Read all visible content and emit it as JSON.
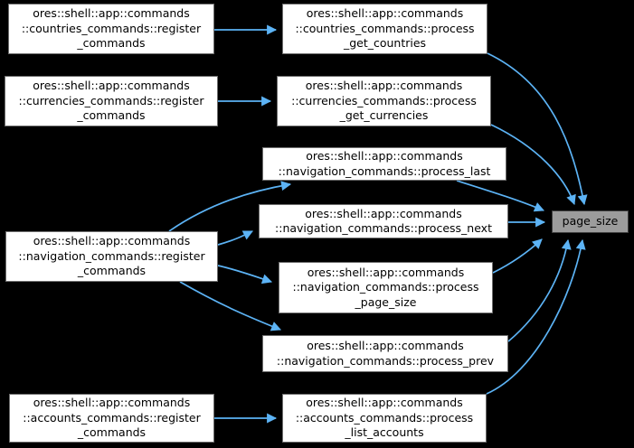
{
  "diagram": {
    "type": "call-graph",
    "background_color": "#000000",
    "edge_color": "#5cb3f5",
    "node_fill": "#ffffff",
    "node_border_color": "#6e6e6e",
    "node_text_color": "#000000",
    "highlighted_node_fill": "#9c9c9c",
    "highlighted_node_border_color": "#3f3f3f",
    "nodes": {
      "countries_register": {
        "label": "ores::shell::app::commands\n::countries_commands::register\n_commands"
      },
      "countries_process": {
        "label": "ores::shell::app::commands\n::countries_commands::process\n_get_countries"
      },
      "currencies_register": {
        "label": "ores::shell::app::commands\n::currencies_commands::register\n_commands"
      },
      "currencies_process": {
        "label": "ores::shell::app::commands\n::currencies_commands::process\n_get_currencies"
      },
      "process_last": {
        "label": "ores::shell::app::commands\n::navigation_commands::process_last"
      },
      "process_next": {
        "label": "ores::shell::app::commands\n::navigation_commands::process_next"
      },
      "nav_register": {
        "label": "ores::shell::app::commands\n::navigation_commands::register\n_commands"
      },
      "process_page_size": {
        "label": "ores::shell::app::commands\n::navigation_commands::process\n_page_size"
      },
      "process_prev": {
        "label": "ores::shell::app::commands\n::navigation_commands::process_prev"
      },
      "accounts_register": {
        "label": "ores::shell::app::commands\n::accounts_commands::register\n_commands"
      },
      "accounts_process": {
        "label": "ores::shell::app::commands\n::accounts_commands::process\n_list_accounts"
      },
      "page_size": {
        "label": "page_size",
        "highlighted": true
      }
    },
    "edges": [
      {
        "from": "countries_register",
        "to": "countries_process"
      },
      {
        "from": "currencies_register",
        "to": "currencies_process"
      },
      {
        "from": "nav_register",
        "to": "process_last"
      },
      {
        "from": "nav_register",
        "to": "process_next"
      },
      {
        "from": "nav_register",
        "to": "process_page_size"
      },
      {
        "from": "nav_register",
        "to": "process_prev"
      },
      {
        "from": "accounts_register",
        "to": "accounts_process"
      },
      {
        "from": "countries_process",
        "to": "page_size"
      },
      {
        "from": "currencies_process",
        "to": "page_size"
      },
      {
        "from": "process_last",
        "to": "page_size"
      },
      {
        "from": "process_next",
        "to": "page_size"
      },
      {
        "from": "process_page_size",
        "to": "page_size"
      },
      {
        "from": "process_prev",
        "to": "page_size"
      },
      {
        "from": "accounts_process",
        "to": "page_size"
      }
    ]
  }
}
